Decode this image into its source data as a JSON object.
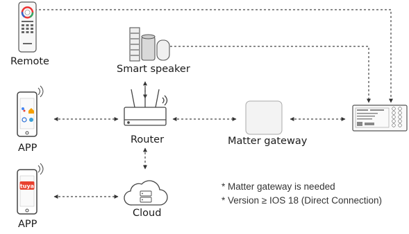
{
  "nodes": {
    "remote": {
      "label": "Remote"
    },
    "smart_speaker": {
      "label": "Smart speaker"
    },
    "phone_top": {
      "label": "APP"
    },
    "router": {
      "label": "Router"
    },
    "matter_gateway": {
      "label": "Matter gateway"
    },
    "phone_bottom": {
      "label": "APP",
      "app_brand": "tuya"
    },
    "cloud": {
      "label": "Cloud"
    }
  },
  "notes": [
    "* Matter gateway is needed",
    "* Version ≥ IOS 18  (Direct Connection)"
  ],
  "colors": {
    "line": "#444444",
    "device_fill": "#f2f2f2",
    "tuya_red": "#e8412f",
    "stroke": "#555555"
  }
}
